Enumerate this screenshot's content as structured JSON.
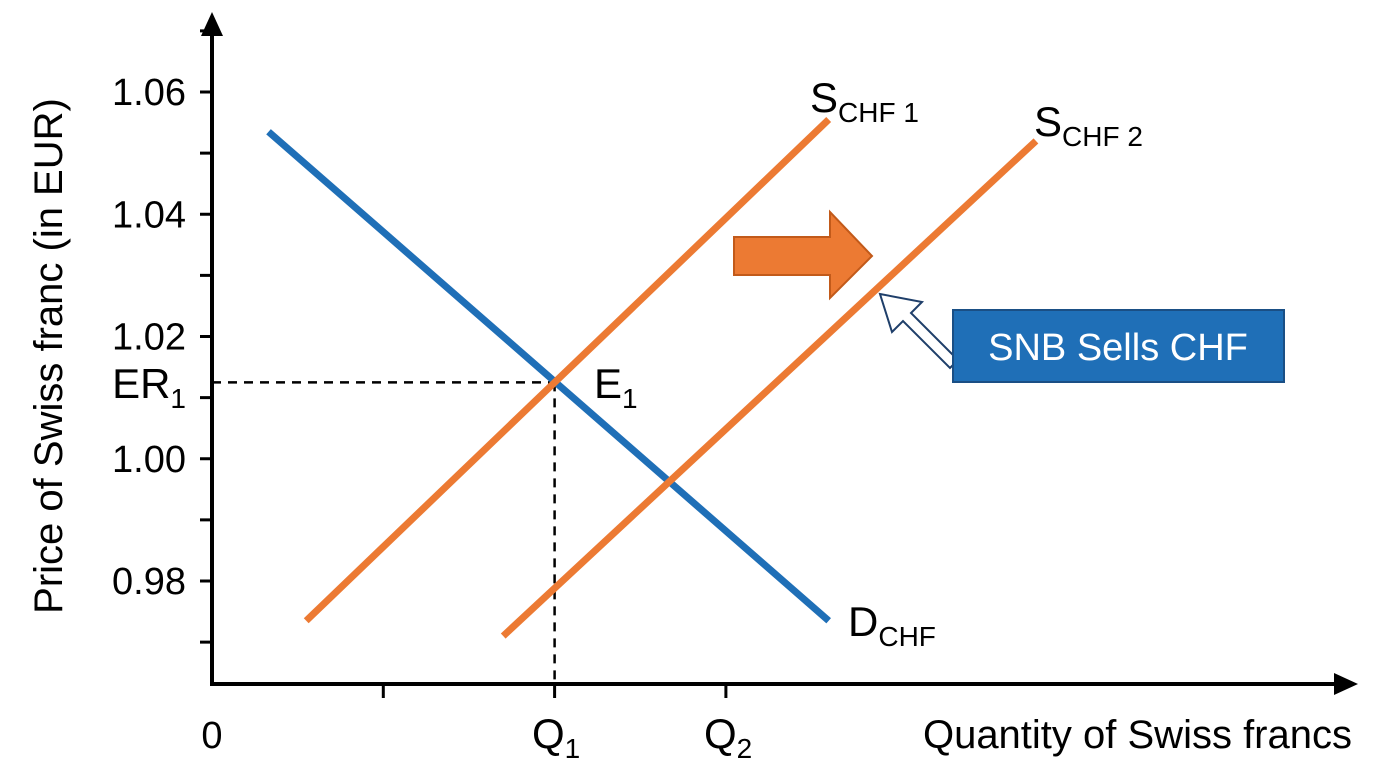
{
  "chart_data": {
    "type": "line",
    "ylabel": "Price of Swiss franc (in EUR)",
    "xlabel": "Quantity of Swiss francs",
    "origin_label": "0",
    "ylim": [
      0.964,
      1.074
    ],
    "yticks": [
      "0.98",
      "1.00",
      "1.02",
      "1.04",
      "1.06"
    ],
    "yticks_values": [
      0.98,
      1.0,
      1.02,
      1.04,
      1.06
    ],
    "xlim": [
      0,
      4.38
    ],
    "x_tick_positions": [
      1,
      2,
      3
    ],
    "x_tick_labels": [
      {
        "x": 2,
        "main": "Q",
        "sub": "1"
      },
      {
        "x": 3,
        "main": "Q",
        "sub": "2"
      }
    ],
    "series": [
      {
        "name": "D",
        "name_sub": "CHF",
        "color": "#1f6fb7",
        "points": [
          [
            0.33,
            1.0535
          ],
          [
            3.6,
            0.9735
          ]
        ]
      },
      {
        "name": "S",
        "name_sub": "CHF 1",
        "color": "#ec7a33",
        "points": [
          [
            0.55,
            0.9735
          ],
          [
            3.6,
            1.0555
          ]
        ]
      },
      {
        "name": "S",
        "name_sub": "CHF 2",
        "color": "#ec7a33",
        "points": [
          [
            1.7,
            0.971
          ],
          [
            4.81,
            1.052
          ]
        ]
      }
    ],
    "equilibrium": {
      "x": 2,
      "y": 1.0125,
      "label": "E",
      "label_sub": "1"
    },
    "er_label": {
      "main": "ER",
      "sub": "1"
    },
    "annotations": {
      "shift_arrow_color": "#ec7a33",
      "callout_text": "SNB Sells CHF",
      "callout_bg": "#1f6fb7"
    }
  }
}
